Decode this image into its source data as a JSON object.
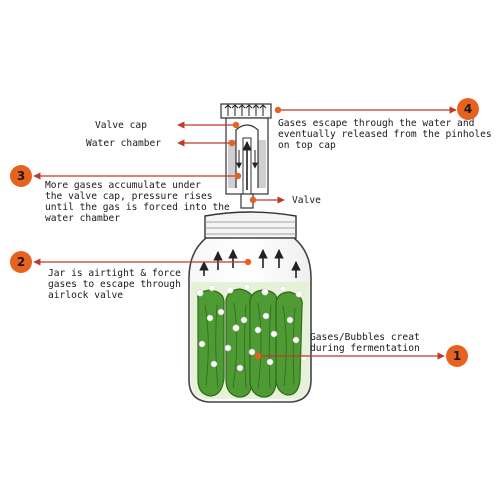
{
  "labels": {
    "valve_cap": "Valve cap",
    "water_chamber": "Water chamber",
    "valve": "Valve",
    "step4": [
      "Gases escape through the water and",
      "eventually released from the pinholes",
      "on top cap"
    ],
    "step3": [
      "More gases accumulate under",
      "the valve cap, pressure rises",
      "until the gas is forced into the",
      "water chamber"
    ],
    "step2": [
      "Jar is airtight & force",
      "gases to escape through",
      "airlock valve"
    ],
    "step1": [
      "Gases/Bubbles creat",
      "during fermentation"
    ]
  },
  "steps": {
    "one": "1",
    "two": "2",
    "three": "3",
    "four": "4"
  },
  "colors": {
    "accent": "#E8621F",
    "arrow": "#C0392B",
    "jar_outline": "#444444",
    "lid_fill": "#f4f4f4",
    "cucumber": "#4E9A33",
    "cucumber_dark": "#2F6B1E",
    "brine": "#E6F2D8",
    "bubble": "#ffffff"
  }
}
